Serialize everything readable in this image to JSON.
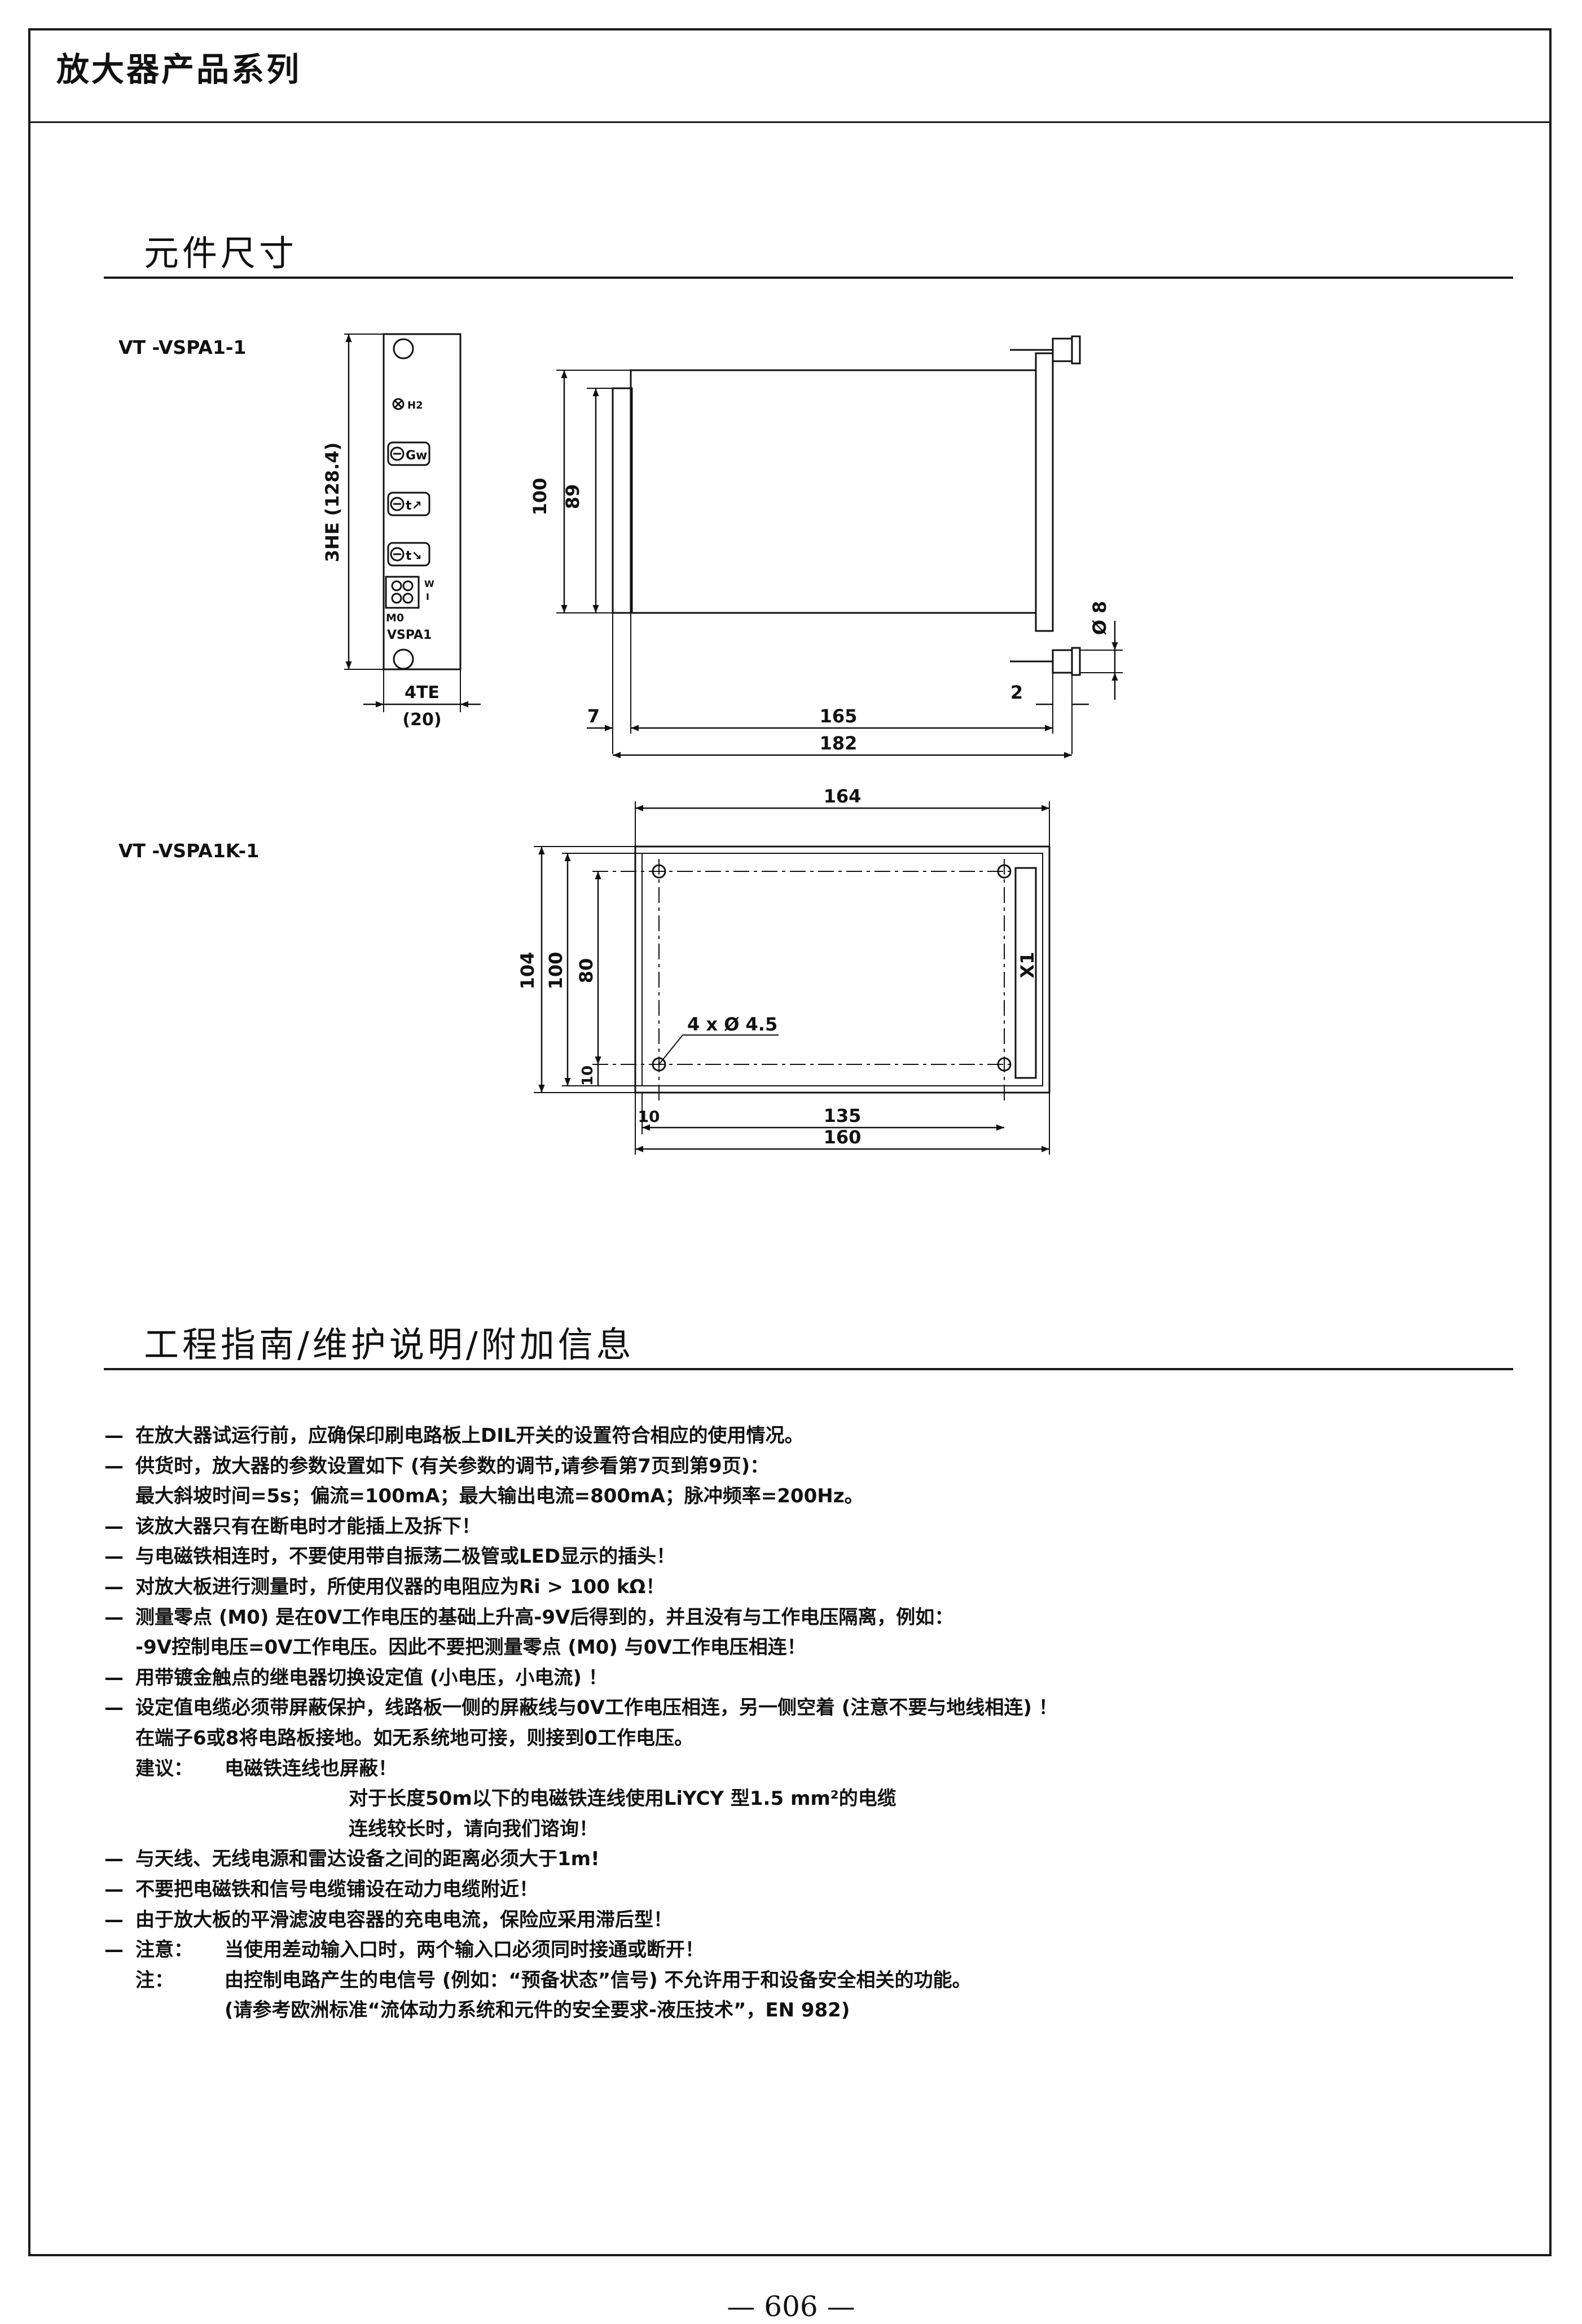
{
  "header": {
    "title": "放大器产品系列"
  },
  "dimensions_section": {
    "title": "元件尺寸",
    "model_1": {
      "label": "VT -VSPA1-1",
      "panel": {
        "led_label": "H2",
        "buttons": [
          "Gw",
          "t↗",
          "t↘"
        ],
        "switch_labels": [
          "W",
          "I"
        ],
        "m0_label": "M0",
        "name_label": "VSPA1",
        "height_label": "3HE (128.4)",
        "width_label": "4TE",
        "width_mm_label": "(20)"
      },
      "side_view": {
        "height_outer": "100",
        "height_inner": "89",
        "dia_label": "Ø 8",
        "offset_left": "7",
        "body_length": "165",
        "offset_right": "2",
        "total_length": "182"
      }
    },
    "model_2": {
      "label": "VT -VSPA1K-1",
      "top_view": {
        "width_top": "164",
        "height_outer": "104",
        "height_mid": "100",
        "height_holes": "80",
        "hole_offset_y": "10",
        "hole_label": "4 x Ø 4.5",
        "connector_label": "X1",
        "hole_offset_x": "10",
        "hole_spacing": "135",
        "total_width": "160"
      }
    }
  },
  "notes_section": {
    "title": "工程指南/维护说明/附加信息",
    "notes": [
      {
        "prefix": "—",
        "text": "在放大器试运行前，应确保印刷电路板上DIL开关的设置符合相应的使用情况。"
      },
      {
        "prefix": "—",
        "text": "供货时，放大器的参数设置如下 (有关参数的调节,请参看第7页到第9页)："
      },
      {
        "indent": 1,
        "text": "最大斜坡时间=5s；偏流=100mA；最大输出电流=800mA；脉冲频率=200Hz。"
      },
      {
        "prefix": "—",
        "text": "该放大器只有在断电时才能插上及拆下！"
      },
      {
        "prefix": "—",
        "text": "与电磁铁相连时，不要使用带自振荡二极管或LED显示的插头！"
      },
      {
        "prefix": "—",
        "text": "对放大板进行测量时，所使用仪器的电阻应为Ri > 100 kΩ！"
      },
      {
        "prefix": "—",
        "text": "测量零点 (M0) 是在0V工作电压的基础上升高-9V后得到的，并且没有与工作电压隔离，例如："
      },
      {
        "indent": 1,
        "text": "-9V控制电压=0V工作电压。因此不要把测量零点 (M0) 与0V工作电压相连！"
      },
      {
        "prefix": "—",
        "text": "用带镀金触点的继电器切换设定值 (小电压，小电流) ！"
      },
      {
        "prefix": "—",
        "text": "设定值电缆必须带屏蔽保护，线路板一侧的屏蔽线与0V工作电压相连，另一侧空着 (注意不要与地线相连) ！"
      },
      {
        "indent": 1,
        "text": "在端子6或8将电路板接地。如无系统地可接，则接到0工作电压。"
      },
      {
        "label": "建议：",
        "text": "电磁铁连线也屏蔽！"
      },
      {
        "indent": 2,
        "text": "对于长度50m以下的电磁铁连线使用LiYCY 型1.5 mm²的电缆"
      },
      {
        "indent": 2,
        "text": "连线较长时，请向我们谘询！"
      },
      {
        "prefix": "—",
        "text": "与天线、无线电源和雷达设备之间的距离必须大于1m!"
      },
      {
        "prefix": "—",
        "text": "不要把电磁铁和信号电缆铺设在动力电缆附近！"
      },
      {
        "prefix": "—",
        "text": "由于放大板的平滑滤波电容器的充电电流，保险应采用滞后型！"
      },
      {
        "prefix": "—",
        "label": "注意：",
        "text": "当使用差动输入口时，两个输入口必须同时接通或断开！"
      },
      {
        "label": "注：",
        "text": "由控制电路产生的电信号 (例如：“预备状态”信号) 不允许用于和设备安全相关的功能。"
      },
      {
        "label": "",
        "text": "(请参考欧洲标准“流体动力系统和元件的安全要求-液压技术”，EN 982)"
      }
    ]
  },
  "footer": {
    "page_number": "— 606 —"
  }
}
